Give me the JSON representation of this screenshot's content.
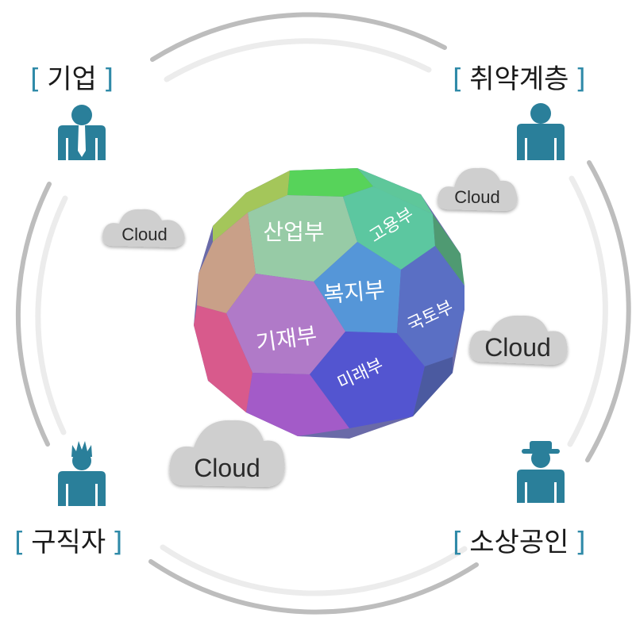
{
  "groups": {
    "company": "기업",
    "vulnerable": "취약계층",
    "jobseeker": "구직자",
    "smallbiz": "소상공인",
    "open_bracket": "[",
    "close_bracket": "]"
  },
  "ministries": {
    "industry": "산업부",
    "employment": "고용부",
    "welfare": "복지부",
    "finance": "기재부",
    "land": "국토부",
    "future": "미래부"
  },
  "clouds": [
    "Cloud",
    "Cloud",
    "Cloud",
    "Cloud"
  ],
  "icons": {
    "company": "businessman-icon",
    "vulnerable": "person-icon",
    "jobseeker": "spiky-hair-person-icon",
    "smallbiz": "hat-person-icon"
  },
  "colors": {
    "accent": "#2f8aa8",
    "person": "#2a7f9a",
    "ring_outer": "#b8b8b8",
    "ring_inner": "#e9e9e9",
    "cloud": "#cfcfcf"
  }
}
